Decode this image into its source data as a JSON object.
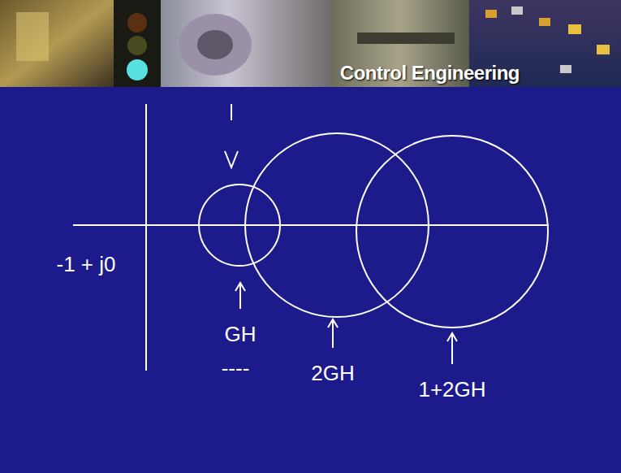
{
  "diagram": {
    "title": "Control Engineering",
    "labels": [
      "-1 + j0",
      "GH",
      "----",
      "2GH",
      "1+2GH"
    ]
  }
}
